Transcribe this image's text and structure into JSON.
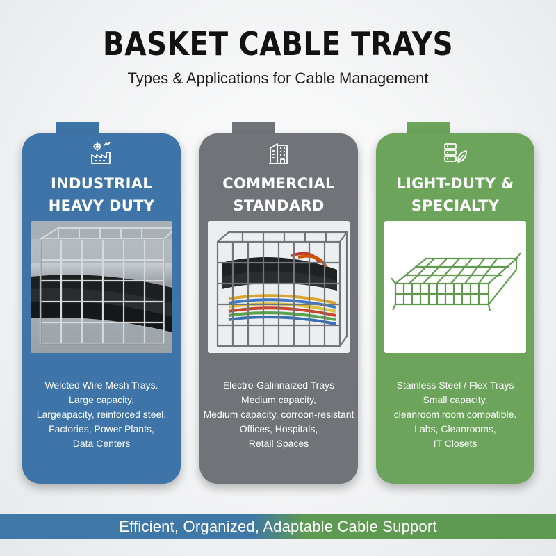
{
  "header": {
    "title": "BASKET CABLE TRAYS",
    "subtitle": "Types & Applications for Cable Management"
  },
  "cards": [
    {
      "icon": "factory-gear-icon",
      "color": "#3e74a8",
      "title_line1": "INDUSTRIAL",
      "title_line2": "HEAVY DUTY",
      "desc": [
        "Welcted Wire Mesh Trays.",
        "Large capacity,",
        "Largeapacity, reinforced steel.",
        "Factories, Power Plants,",
        "Data Centers"
      ]
    },
    {
      "icon": "office-building-icon",
      "color": "#707478",
      "title_line1": "COMMERCIAL",
      "title_line2": "STANDARD",
      "desc": [
        "Electro-Galinnaized Trays",
        "Medium capacity,",
        "Medium capacity, corroon-resistant",
        "Offices, Hospitals,",
        "Retail Spaces"
      ]
    },
    {
      "icon": "server-leaf-icon",
      "color": "#6ba45a",
      "title_line1": "LIGHT-DUTY &",
      "title_line2": "SPECIALTY",
      "desc": [
        "Stainless Steel / Flex Trays",
        "Small capacity,",
        "cleanroom room compatible.",
        "Labs, Cleanrooms,",
        "IT Closets"
      ]
    }
  ],
  "footer": {
    "tagline": "Efficient, Organized, Adaptable Cable Support",
    "color_left": "#3f77a7",
    "color_right": "#5e9a52"
  }
}
